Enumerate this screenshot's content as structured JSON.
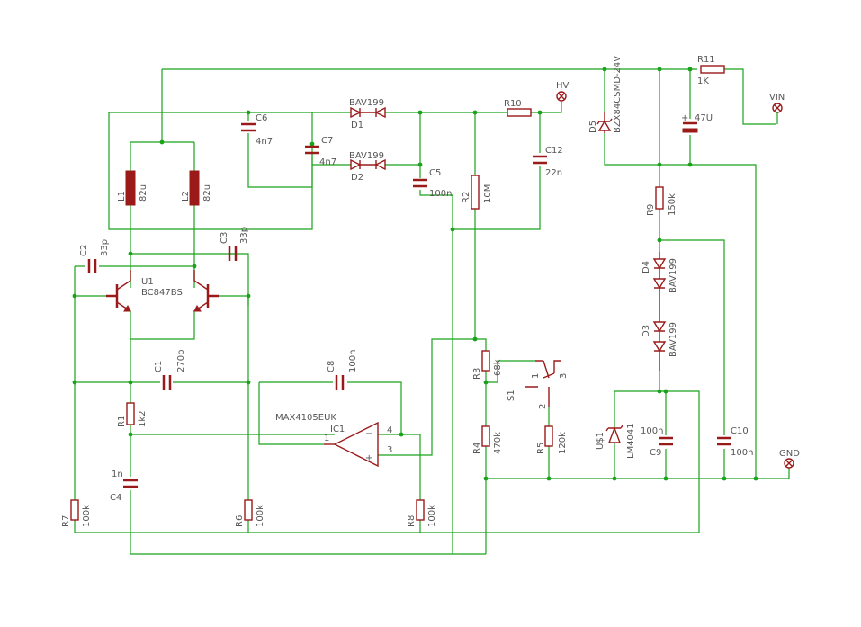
{
  "colors": {
    "wire": "#1aa31a",
    "part": "#9a1a1a",
    "label": "#555555",
    "background": "#ffffff"
  },
  "parts": {
    "L1": {
      "name": "L1",
      "value": "82u"
    },
    "L2": {
      "name": "L2",
      "value": "82u"
    },
    "U1": {
      "name": "U1",
      "value": "BC847BS"
    },
    "C1": {
      "name": "C1",
      "value": "270p"
    },
    "C2": {
      "name": "C2",
      "value": "33p"
    },
    "C3": {
      "name": "C3",
      "value": "33p"
    },
    "C4": {
      "name": "C4",
      "value": "1n"
    },
    "C5": {
      "name": "C5",
      "value": "100n"
    },
    "C6": {
      "name": "C6",
      "value": "4n7"
    },
    "C7": {
      "name": "C7",
      "value": "4n7"
    },
    "C8": {
      "name": "C8",
      "value": "100n"
    },
    "C9": {
      "name": "C9",
      "value": "100n"
    },
    "C10": {
      "name": "C10",
      "value": "100n"
    },
    "C12": {
      "name": "C12",
      "value": "22n"
    },
    "C13": {
      "name": "",
      "value": "47U"
    },
    "D1": {
      "name": "D1",
      "value": "BAV199"
    },
    "D2": {
      "name": "D2",
      "value": "BAV199"
    },
    "D3": {
      "name": "D3",
      "value": "BAV199"
    },
    "D4": {
      "name": "D4",
      "value": "BAV199"
    },
    "D5": {
      "name": "D5",
      "value": "BZX84CSMD-24V"
    },
    "R1": {
      "name": "R1",
      "value": "1k2"
    },
    "R2": {
      "name": "R2",
      "value": "10M"
    },
    "R3": {
      "name": "R3",
      "value": "68k"
    },
    "R4": {
      "name": "R4",
      "value": "470k"
    },
    "R5": {
      "name": "R5",
      "value": "120k"
    },
    "R6": {
      "name": "R6",
      "value": "100k"
    },
    "R7": {
      "name": "R7",
      "value": "100k"
    },
    "R8": {
      "name": "R8",
      "value": "100k"
    },
    "R9": {
      "name": "R9",
      "value": "150k"
    },
    "R10": {
      "name": "R10"
    },
    "R11": {
      "name": "R11",
      "value": "1K"
    },
    "IC1": {
      "name": "IC1",
      "value": "MAX4105EUK",
      "pin1": "1",
      "pin3": "3",
      "pin4": "4"
    },
    "S1": {
      "name": "S1",
      "pin1": "1",
      "pin2": "2",
      "pin3": "3"
    },
    "US1": {
      "name": "U$1",
      "value": "LM4041"
    }
  },
  "nets": {
    "hv": "HV",
    "vin": "VIN",
    "gnd": "GND"
  }
}
